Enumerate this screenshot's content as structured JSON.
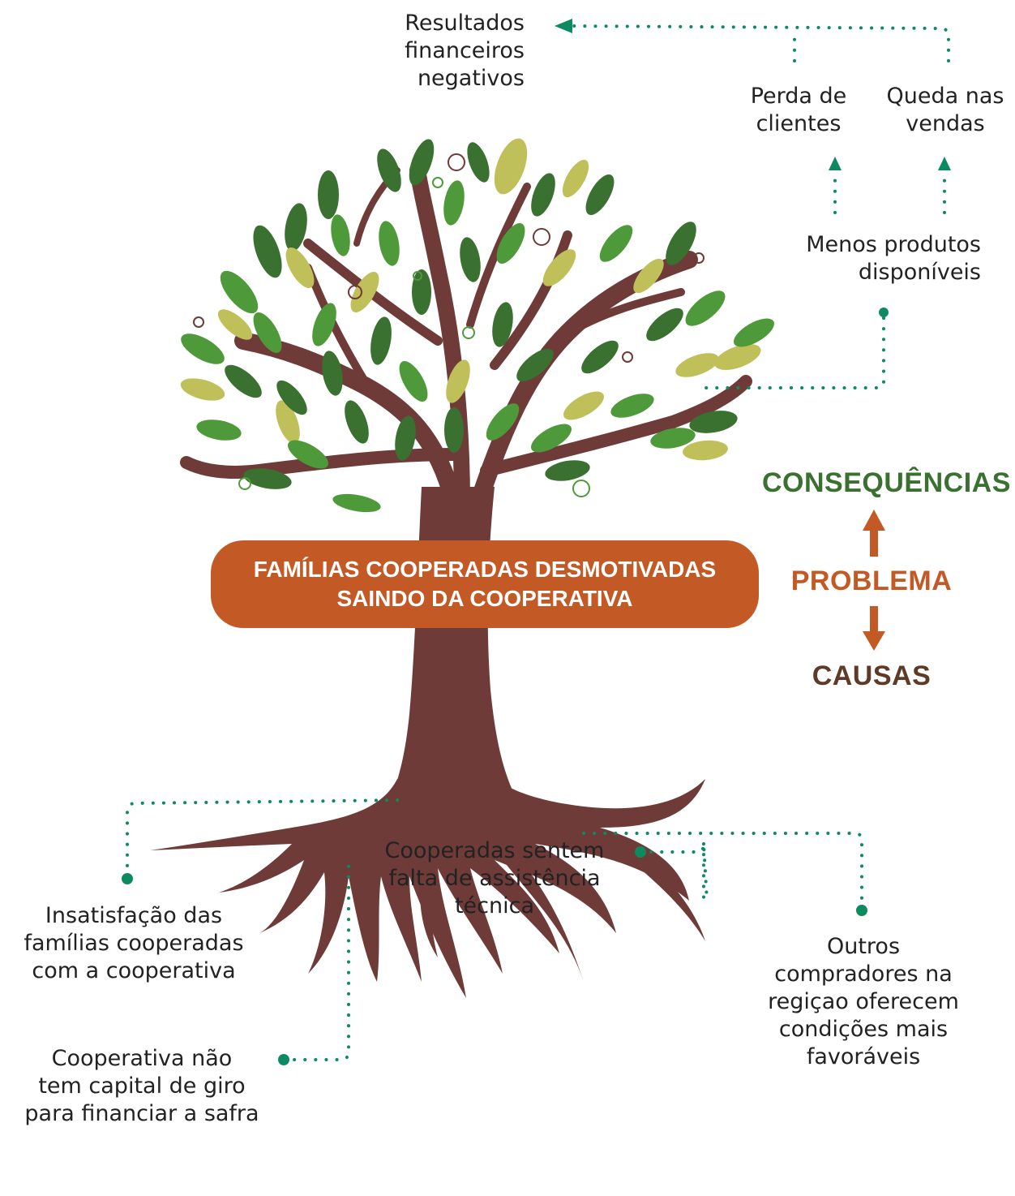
{
  "problem": {
    "line1": "FAMÍLIAS COOPERADAS DESMOTIVADAS",
    "line2": "SAINDO DA COOPERATIVA"
  },
  "legend": {
    "consequences": "CONSEQUÊNCIAS",
    "problem": "PROBLEMA",
    "causes": "CAUSAS"
  },
  "consequences": [
    {
      "id": "resultados",
      "lines": [
        "Resultados",
        "financeiros",
        "negativos"
      ]
    },
    {
      "id": "perda",
      "lines": [
        "Perda de",
        "clientes"
      ]
    },
    {
      "id": "queda",
      "lines": [
        "Queda nas",
        "vendas"
      ]
    },
    {
      "id": "menos",
      "lines": [
        "Menos produtos",
        "disponíveis"
      ]
    }
  ],
  "causes": [
    {
      "id": "insatisfacao",
      "lines": [
        "Insatisfação das",
        "famílias cooperadas",
        "com a cooperativa"
      ]
    },
    {
      "id": "capital",
      "lines": [
        "Cooperativa não",
        "tem capital de giro",
        "para financiar a safra"
      ]
    },
    {
      "id": "assistencia",
      "lines": [
        "Cooperadas sentem",
        "falta de assistência",
        "técnica"
      ]
    },
    {
      "id": "compradores",
      "lines": [
        "Outros",
        "compradores na",
        "regiçao oferecem",
        "condições mais",
        "favoráveis"
      ]
    }
  ],
  "colors": {
    "green": "#0e8a5f",
    "dark_green": "#3a7030",
    "leaf_mid": "#4e9a3a",
    "leaf_light": "#bfc05a",
    "orange": "#c35a26",
    "brown": "#5e3b26",
    "trunk": "#6e3b38"
  }
}
